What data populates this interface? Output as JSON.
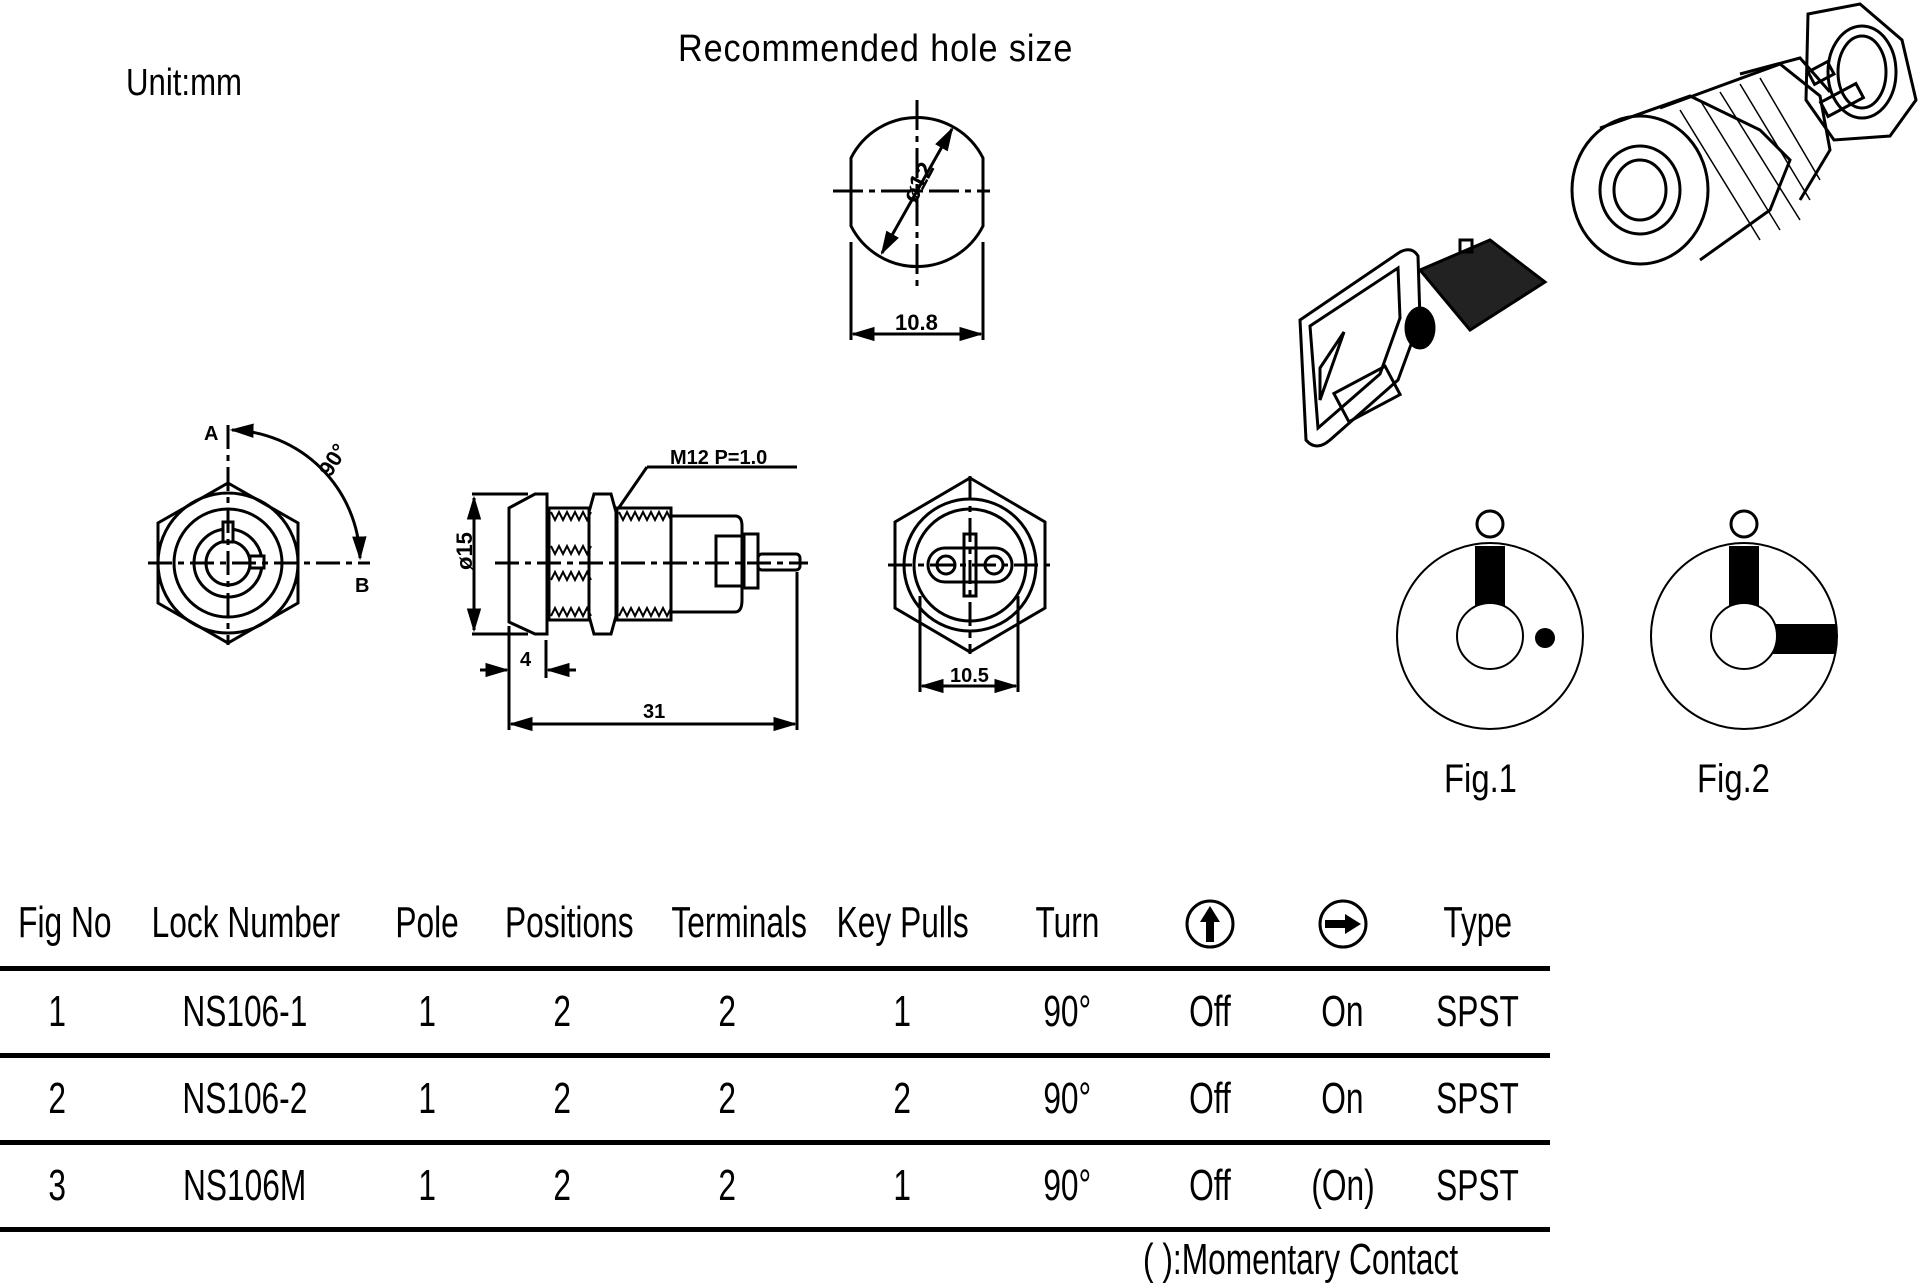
{
  "header": {
    "unit_label": "Unit:mm",
    "hole_title": "Recommended hole size"
  },
  "hole_drawing": {
    "diameter_label": "ø12",
    "width_label": "10.8"
  },
  "front_view": {
    "label_a": "A",
    "label_b": "B",
    "angle_label": "90°"
  },
  "side_view": {
    "thread_label": "M12  P=1.0",
    "diameter_label": "ø15",
    "flange_label": "4",
    "length_label": "31"
  },
  "rear_view": {
    "width_label": "10.5"
  },
  "figures": [
    {
      "caption": "Fig.1",
      "positions": [
        "top",
        "right-dot"
      ]
    },
    {
      "caption": "Fig.2",
      "positions": [
        "top",
        "right-bar"
      ]
    }
  ],
  "table": {
    "headers": [
      "Fig No",
      "Lock Number",
      "Pole",
      "Positions",
      "Terminals",
      "Key Pulls",
      "Turn",
      "up-arrow-position",
      "right-arrow-position",
      "Type"
    ],
    "header_icons": {
      "col8": "circled-up-arrow-icon",
      "col9": "circled-right-arrow-icon"
    },
    "rows": [
      [
        "1",
        "NS106-1",
        "1",
        "2",
        "2",
        "1",
        "90°",
        "Off",
        "On",
        "SPST"
      ],
      [
        "2",
        "NS106-2",
        "1",
        "2",
        "2",
        "2",
        "90°",
        "Off",
        "On",
        "SPST"
      ],
      [
        "3",
        "NS106M",
        "1",
        "2",
        "2",
        "1",
        "90°",
        "Off",
        "(On)",
        "SPST"
      ]
    ],
    "note": "(  ):Momentary  Contact"
  }
}
